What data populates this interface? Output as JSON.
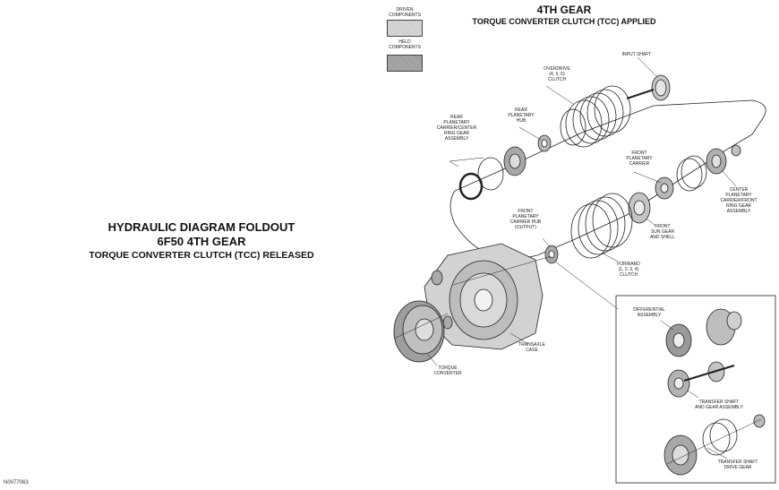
{
  "foldout": {
    "line1": "HYDRAULIC DIAGRAM FOLDOUT",
    "line2": "6F50 4TH GEAR",
    "line3": "TORQUE CONVERTER CLUTCH (TCC) RELEASED"
  },
  "header": {
    "title": "4TH GEAR",
    "subtitle": "TORQUE CONVERTER CLUTCH (TCC) APPLIED"
  },
  "legend": {
    "driven": "DRIVEN\nCOMPONENTS",
    "held": "HELD\nCOMPONENTS"
  },
  "labels": {
    "input_shaft": "INPUT SHAFT",
    "overdrive_clutch": "OVERDRIVE\n(4, 5, 6)\nCLUTCH",
    "rear_planetary_hub": "REAR\nPLANETARY\nHUB",
    "rear_planetary_carrier": "REAR\nPLANETARY\nCARRIER/CENTER\nRING GEAR\nASSEMBLY",
    "front_planetary_carrier": "FRONT\nPLANETARY\nCARRIER",
    "center_planetary": "CENTER\nPLANETARY\nCARRIER/FRONT\nRING GEAR\nASSEMBLY",
    "front_planetary_hub": "FRONT\nPLANETARY\nCARRIER HUB\n(OUTPUT)",
    "front_sun_gear": "FRONT\nSUN GEAR\nAND SHELL",
    "forward_clutch": "FORWARD\n(1, 2, 3, 4)\nCLUTCH",
    "transaxle_case": "TRANSAXLE\nCASE",
    "torque_converter": "TORQUE\nCONVERTER",
    "differential": "DIFFERENTIAL\nASSEMBLY",
    "transfer_shaft_gear": "TRANSFER SHAFT\nAND GEAR ASSEMBLY",
    "transfer_shaft_drive": "TRANSFER SHAFT\nDRIVE GEAR"
  },
  "figure_id": "N0077063"
}
